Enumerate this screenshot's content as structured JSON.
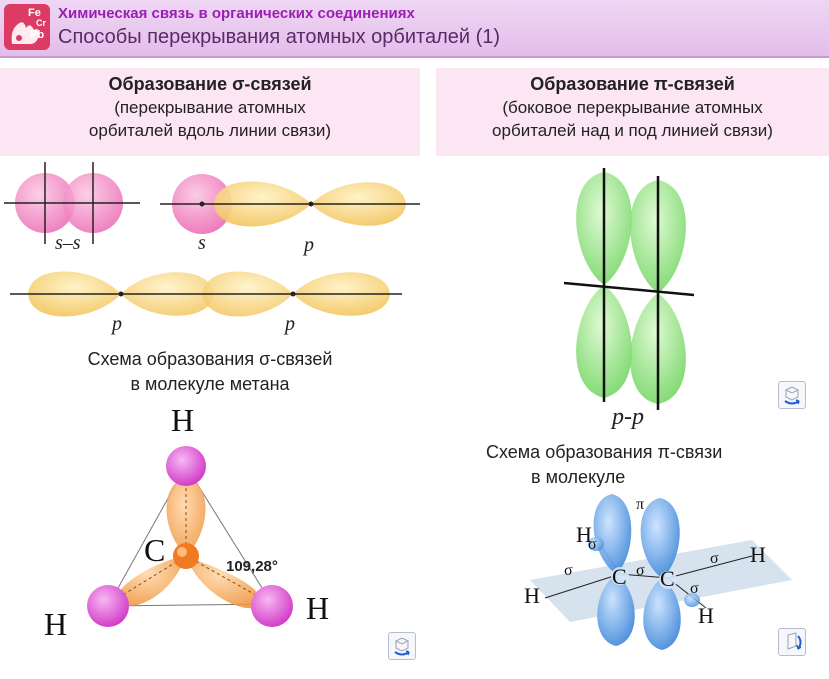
{
  "header": {
    "logo": {
      "fe": "Fe",
      "cr": "Cr",
      "pb": "Pb"
    },
    "title": "Химическая связь в органических соединениях",
    "subtitle": "Способы перекрывания атомных орбиталей (1)"
  },
  "sigma_panel": {
    "title": "Образование σ-связей",
    "line1": "(перекрывание атомных",
    "line2": "орбиталей вдоль линии связи)"
  },
  "pi_panel": {
    "title": "Образование π-связей",
    "line1": "(боковое перекрывание атомных",
    "line2": "орбиталей над и под линией связи)"
  },
  "sigma_labels": {
    "ss": "s–s",
    "s": "s",
    "p1": "p",
    "p_left": "p",
    "p_right": "p"
  },
  "pi_labels": {
    "pp": "p-p"
  },
  "methane": {
    "caption1": "Схема образования σ-связей",
    "caption2": "в молекуле метана",
    "angle": "109,28°",
    "atoms": {
      "h_top": "H",
      "h_left": "H",
      "h_right": "H",
      "c": "C"
    }
  },
  "ethylene": {
    "caption1": "Схема образования π-связи",
    "caption2": "в молекуле",
    "pi": "π",
    "sigma": "σ",
    "atoms": {
      "c": "C",
      "h": "H"
    }
  },
  "colors": {
    "header_bg": "#e3bdea",
    "title_purple": "#9b1eb5",
    "panel_pink": "#fde6f3",
    "s_orbital": "#f07fbe",
    "p_orbital_yellow": "#f8d27a",
    "p_orbital_green": "#8ee07a",
    "hybrid_orange": "#f5a24c",
    "h_magenta": "#e35fd8",
    "pi_blue": "#5b9fe6"
  }
}
